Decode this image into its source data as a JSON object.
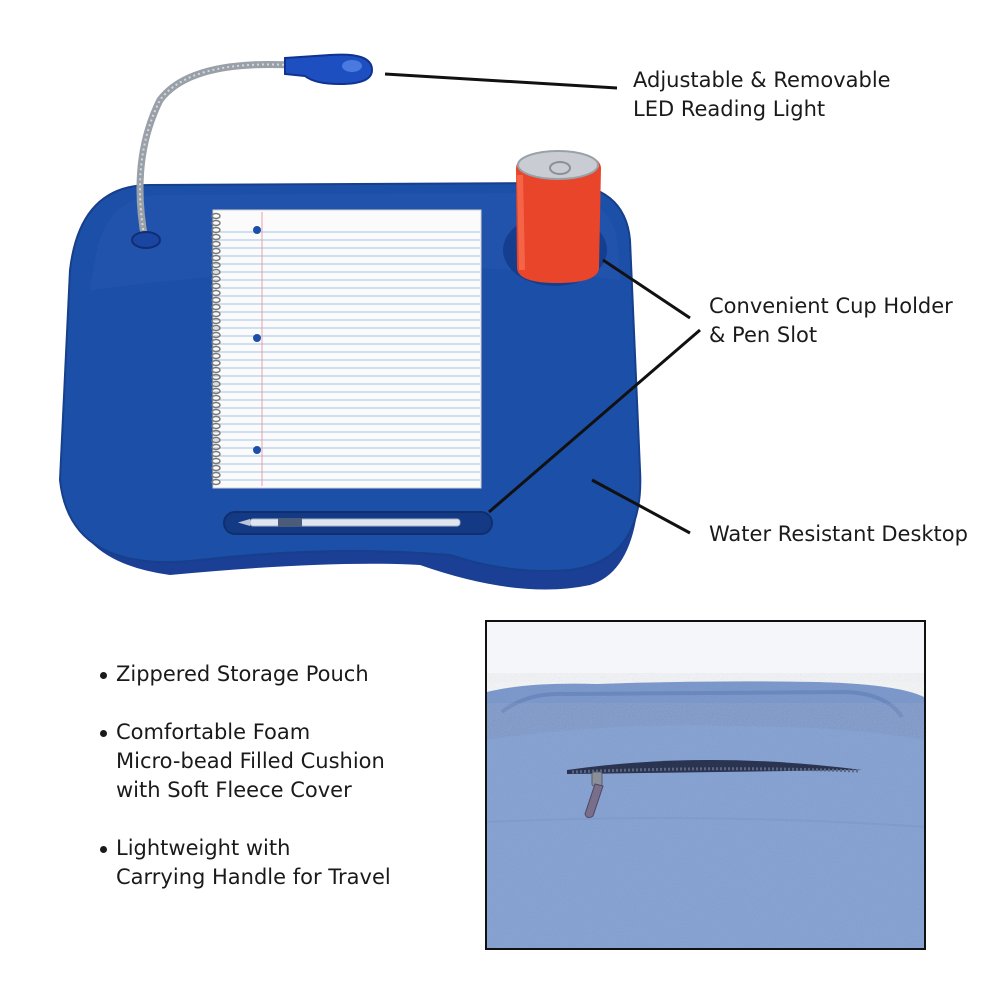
{
  "callouts": {
    "light": {
      "line1": "Adjustable & Removable",
      "line2": "LED Reading Light"
    },
    "cup": {
      "line1": "Convenient Cup Holder",
      "line2": "& Pen Slot"
    },
    "desk": {
      "line1": "Water Resistant Desktop"
    }
  },
  "features": [
    {
      "lines": [
        "Zippered Storage Pouch"
      ]
    },
    {
      "lines": [
        "Comfortable Foam",
        "Micro-bead Filled Cushion",
        "with Soft Fleece Cover"
      ]
    },
    {
      "lines": [
        "Lightweight with",
        "Carrying Handle for Travel"
      ]
    }
  ],
  "colors": {
    "tray_blue": "#1c4fa8",
    "tray_dark": "#143c86",
    "can_red": "#e8452a",
    "fleece": "#8aa6d6"
  }
}
